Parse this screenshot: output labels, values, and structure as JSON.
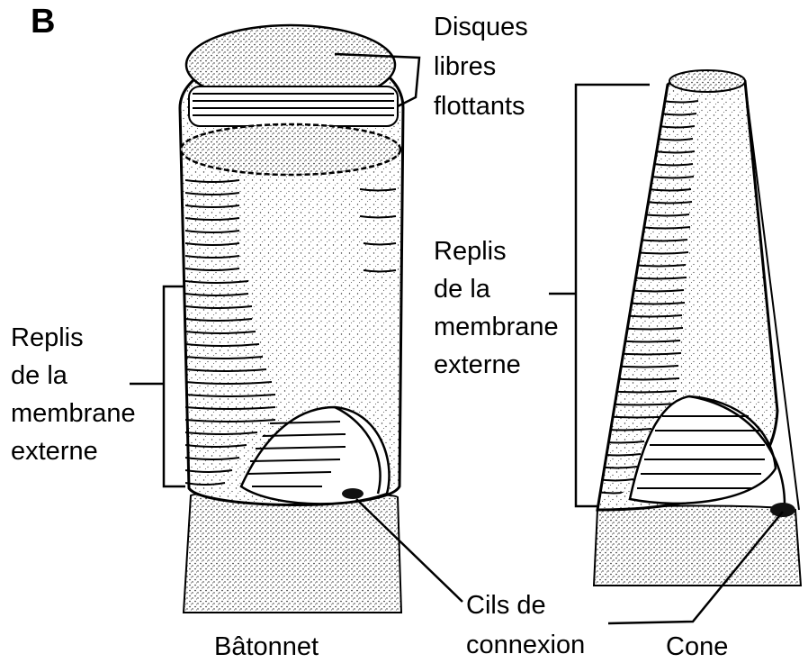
{
  "panel_letter": "B",
  "labels": {
    "disques": [
      "Disques",
      "libres",
      "flottants"
    ],
    "replis_cone": [
      "Replis",
      "de la",
      "membrane",
      "externe"
    ],
    "replis_rod": [
      "Replis",
      "de la",
      "membrane",
      "externe"
    ],
    "cils": [
      "Cils de",
      "connexion"
    ],
    "batonnet": "Bâtonnet",
    "cone": "Cone"
  },
  "colors": {
    "ink": "#000000",
    "background": "#ffffff",
    "stipple": "#3a3a3a"
  }
}
